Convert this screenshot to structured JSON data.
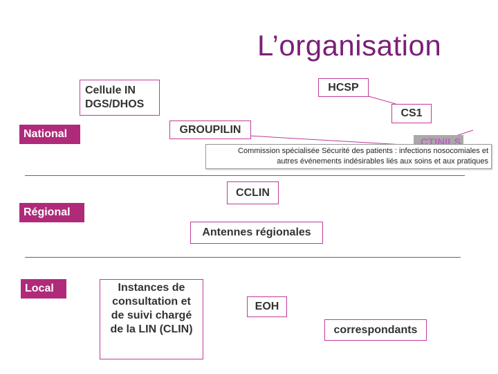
{
  "slide": {
    "title": "L’organisation"
  },
  "levels": {
    "national": "National",
    "regional": "Régional",
    "local": "Local"
  },
  "nodes": {
    "hcsp": "HCSP",
    "cs1": "CS1",
    "cellule_in_line1": "Cellule IN",
    "cellule_in_line2": "DGS/DHOS",
    "groupilin": "GROUPILIN",
    "hidden_box": "CTINILS",
    "cclin": "CCLIN",
    "antennes": "Antennes régionales",
    "instances_line1": "Instances de",
    "instances_line2": "consultation et",
    "instances_line3": "de suivi chargé",
    "instances_line4": "de la LIN (CLIN)",
    "eoh": "EOH",
    "correspondants": "correspondants"
  },
  "tooltip": {
    "line1": "Commission spécialisée Sécurité des patients : infections nosocomiales et",
    "line2": "autres événements indésirables liés aux soins et aux pratiques"
  },
  "colors": {
    "title": "#7a1f78",
    "label_bg": "#b02a7a",
    "box_border": "#c0399a"
  }
}
